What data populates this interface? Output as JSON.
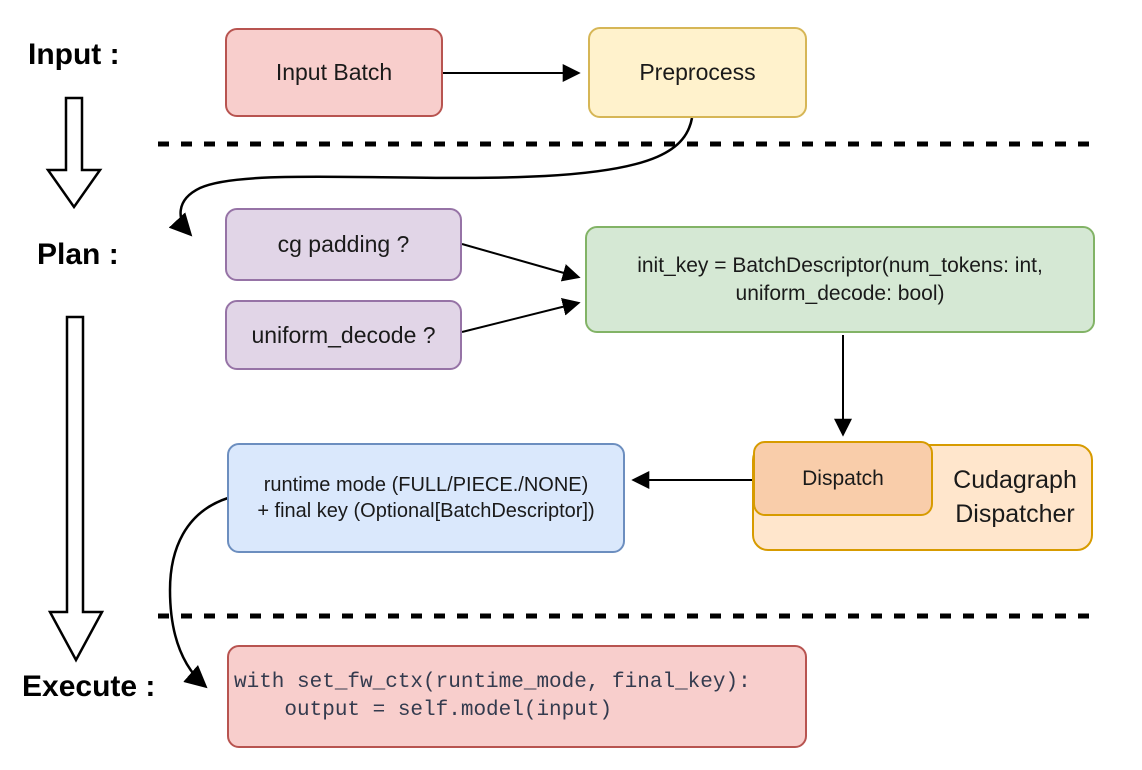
{
  "stages": {
    "input": "Input :",
    "plan": "Plan :",
    "execute": "Execute :"
  },
  "nodes": {
    "input_batch": {
      "label": "Input Batch"
    },
    "preprocess": {
      "label": "Preprocess"
    },
    "cg_padding": {
      "label": "cg padding ?"
    },
    "uniform_decode": {
      "label": "uniform_decode ?"
    },
    "init_key": {
      "line1": "init_key = BatchDescriptor(num_tokens: int,",
      "line2": "uniform_decode: bool)"
    },
    "runtime": {
      "line1": "runtime mode (FULL/PIECE./NONE)",
      "line2": "+ final key (Optional[BatchDescriptor])"
    },
    "dispatch": {
      "label": "Dispatch"
    },
    "cudagraph_dispatcher": {
      "line1": "Cudagraph",
      "line2": "Dispatcher"
    },
    "execute_code": {
      "line1": "with set_fw_ctx(runtime_mode, final_key):",
      "line2": "    output = self.model(input)"
    }
  },
  "colors": {
    "red_fill": "#f8cecc",
    "red_stroke": "#b85450",
    "yellow_fill": "#fff2cc",
    "yellow_stroke": "#d6b656",
    "purple_fill": "#e1d5e7",
    "purple_stroke": "#9673a6",
    "green_fill": "#d5e8d4",
    "green_stroke": "#82b366",
    "blue_fill": "#dae8fc",
    "blue_stroke": "#6c8ebf",
    "orange_light_fill": "#ffe6cc",
    "orange_deep_fill": "#f9cdaa",
    "orange_stroke": "#d79b00",
    "connector": "#000000"
  }
}
